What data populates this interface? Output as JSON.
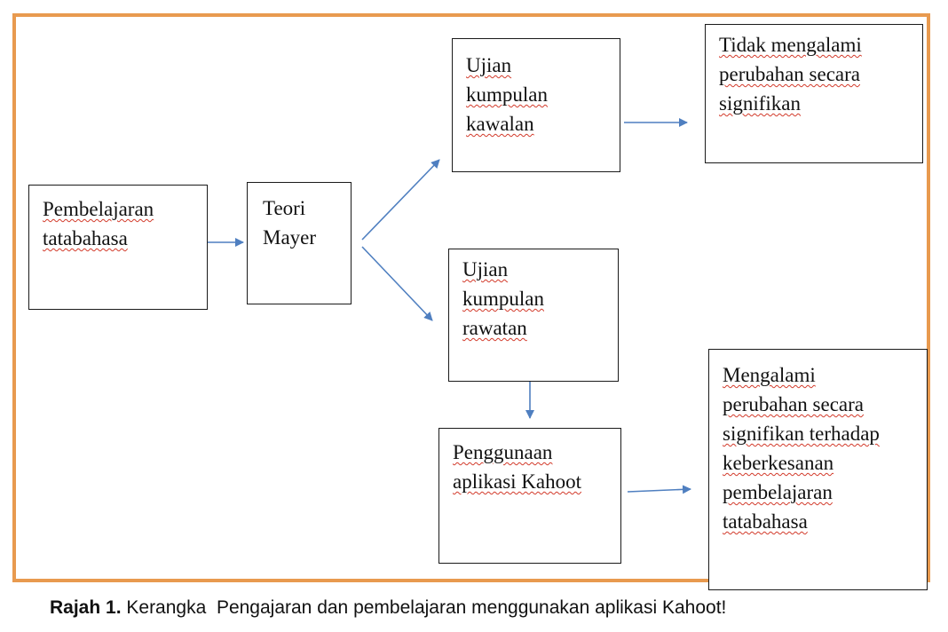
{
  "boxes": {
    "pembelajaran": "Pembelajaran\ntatabahasa",
    "teori": "Teori\nMayer",
    "ujian_kawalan": "Ujian\nkumpulan\nkawalan",
    "tidak_mengalami": "Tidak mengalami\nperubahan secara\nsignifikan",
    "ujian_rawatan": "Ujian\nkumpulan\nrawatan",
    "penggunaan": "Penggunaan\naplikasi Kahoot",
    "mengalami": "Mengalami\nperubahan secara\nsignifikan terhadap\nkeberkesanan\npembelajaran\ntatabahasa"
  },
  "caption": {
    "label": "Rajah 1.",
    "text": " Kerangka  Pengajaran dan pembelajaran menggunakan aplikasi Kahoot!"
  },
  "colors": {
    "frame": "#e89a4f",
    "arrow": "#4f7fc0",
    "spellcheck": "#d23a2a"
  }
}
